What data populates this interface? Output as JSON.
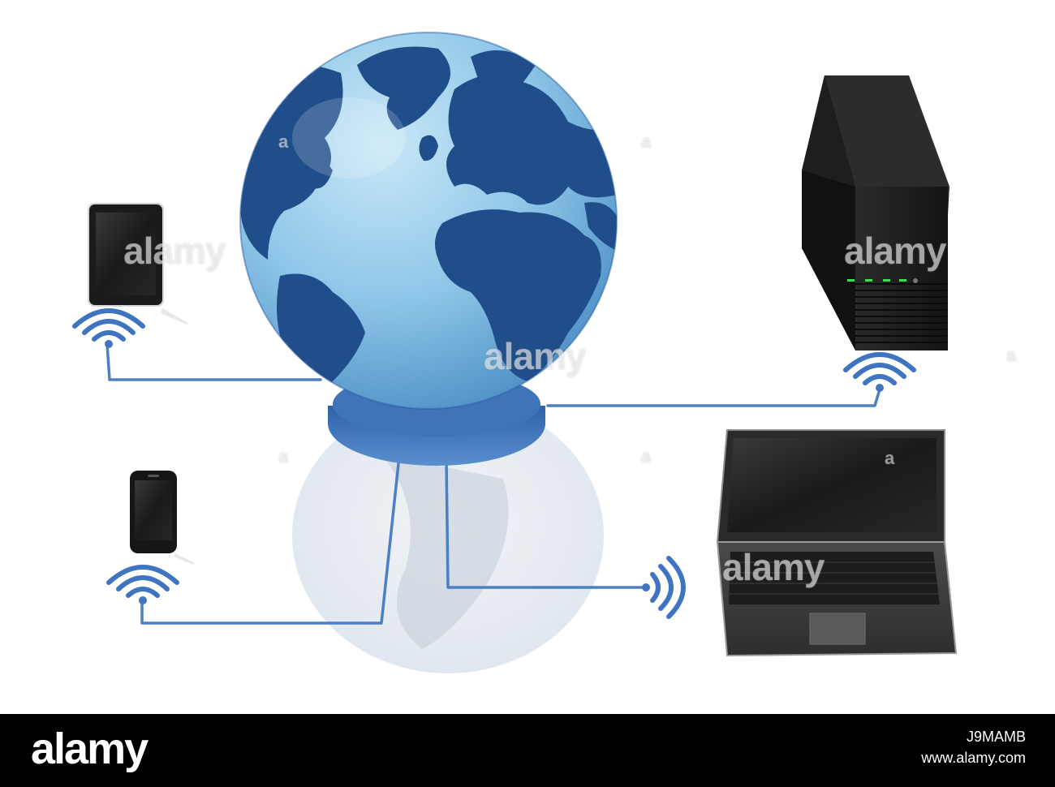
{
  "watermark": {
    "text": "alamy",
    "mark": "a"
  },
  "footer": {
    "logo": "alamy",
    "image_id": "J9MAMB",
    "url": "www.alamy.com"
  },
  "colors": {
    "cable": "#4d7fc4",
    "globe_ocean": "#8cc4e6",
    "globe_land": "#1f4e8a",
    "base_ring": "#3f74b8",
    "device_body": "#1c1c1c",
    "status_led": "#3fdc55"
  },
  "icons": [
    "globe-icon",
    "tablet-icon",
    "phone-icon",
    "server-tower-icon",
    "laptop-icon",
    "wifi-signal-icon"
  ]
}
